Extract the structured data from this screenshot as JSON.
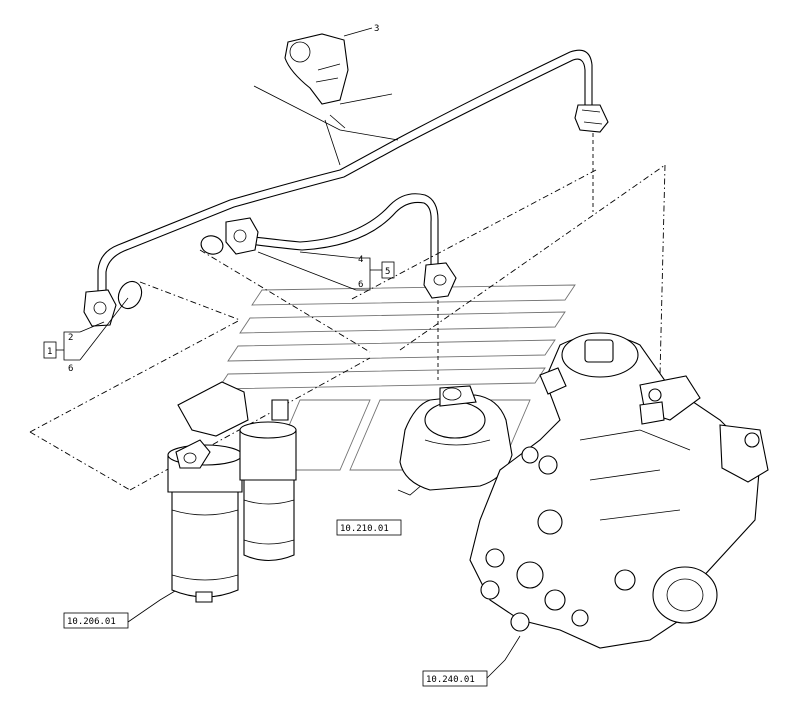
{
  "callouts": {
    "c1": "1",
    "c2": "2",
    "c3": "3",
    "c4": "4",
    "c5": "5",
    "c6a": "6",
    "c6b": "6"
  },
  "references": {
    "filter": "10.206.01",
    "pump": "10.210.01",
    "injection_pump": "10.240.01"
  },
  "colors": {
    "line": "#000000",
    "background": "#ffffff"
  }
}
